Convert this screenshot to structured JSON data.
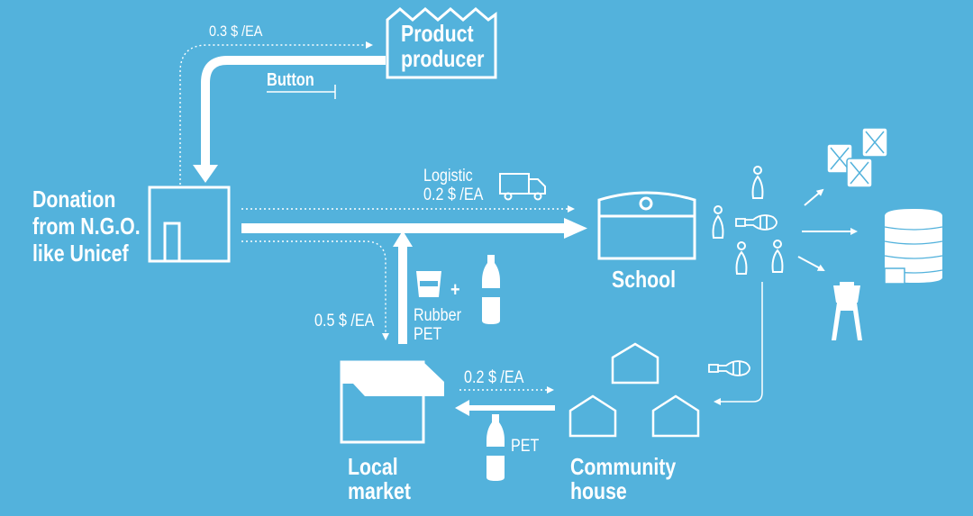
{
  "nodes": {
    "donation": [
      "Donation",
      "from N.G.O.",
      "like Unicef"
    ],
    "producer": [
      "Product",
      "producer"
    ],
    "school": "School",
    "local_market": [
      "Local",
      "market"
    ],
    "community_house": [
      "Community",
      "house"
    ]
  },
  "flows": {
    "producer_price": "0.3 $ /EA",
    "button": "Button",
    "logistic": "Logistic",
    "logistic_price": "0.2 $ /EA",
    "market_price": "0.5 $ /EA",
    "plus": "+",
    "rubber": "Rubber",
    "pet": "PET",
    "community_price": "0.2 $ /EA",
    "pet_return": "PET"
  },
  "colors": {
    "background": "#53b2dc",
    "foreground": "#ffffff"
  }
}
